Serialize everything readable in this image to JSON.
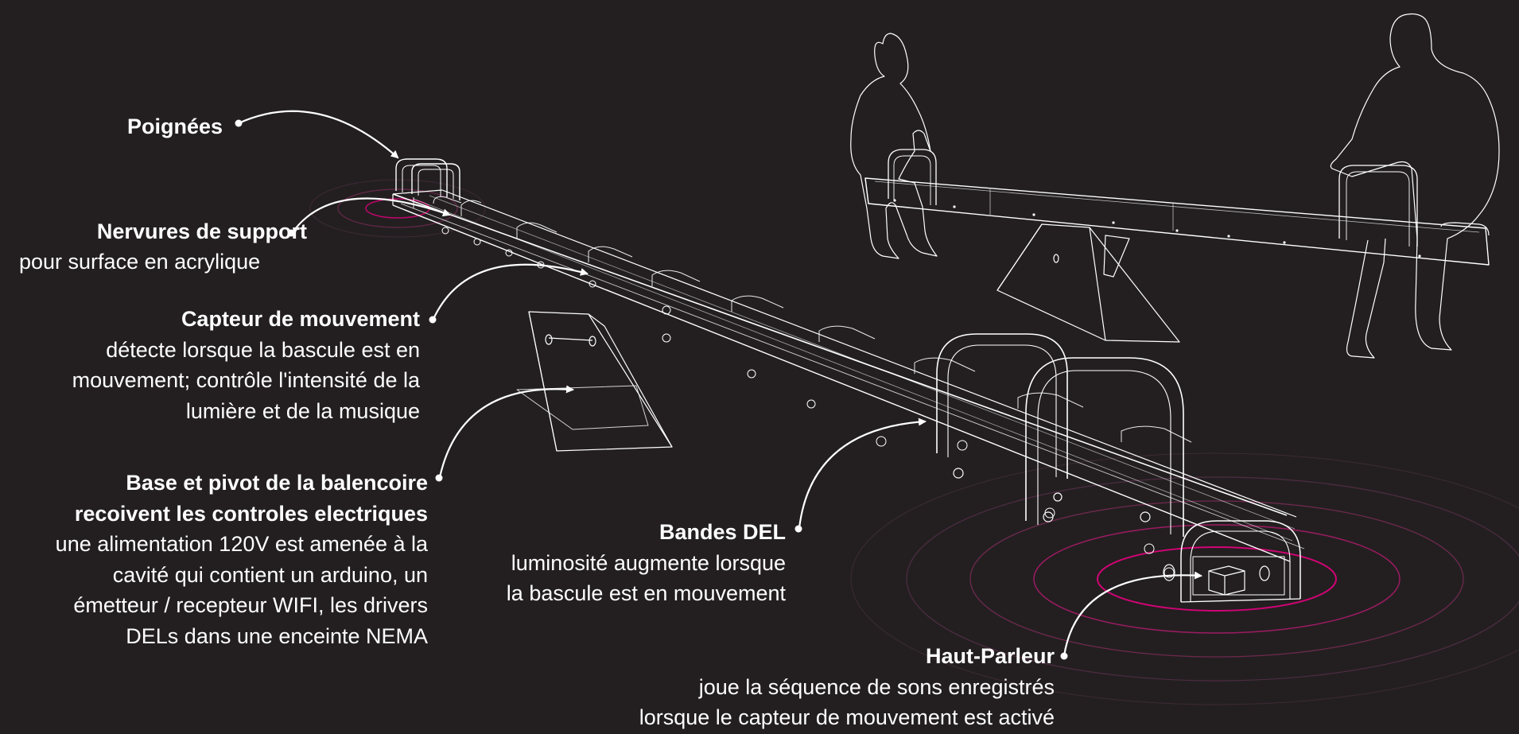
{
  "colors": {
    "background": "#231f20",
    "line": "#ffffff",
    "sound_wave_accent": "#e6007e"
  },
  "labels": {
    "poignees": {
      "title": "Poignées"
    },
    "nervures": {
      "title": "Nervures de support",
      "body": [
        "pour surface en acrylique"
      ]
    },
    "capteur": {
      "title": "Capteur de mouvement",
      "body": [
        "détecte lorsque la bascule est en",
        "mouvement; contrôle l'intensité de la",
        "lumière et de la musique"
      ]
    },
    "base": {
      "title": [
        "Base et pivot de la balencoire",
        "recoivent les controles electriques"
      ],
      "body": [
        "une alimentation 120V est amenée à la",
        "cavité qui contient un arduino, un",
        "émetteur / recepteur WIFI, les drivers",
        "DELs dans une enceinte NEMA"
      ]
    },
    "bandes": {
      "title": "Bandes DEL",
      "body": [
        "luminosité augmente lorsque",
        "la bascule est en mouvement"
      ]
    },
    "haut_parleur": {
      "title": "Haut-Parleur",
      "body": [
        "joue la séquence de sons enregistrés",
        "lorsque le capteur de mouvement est activé"
      ]
    }
  }
}
